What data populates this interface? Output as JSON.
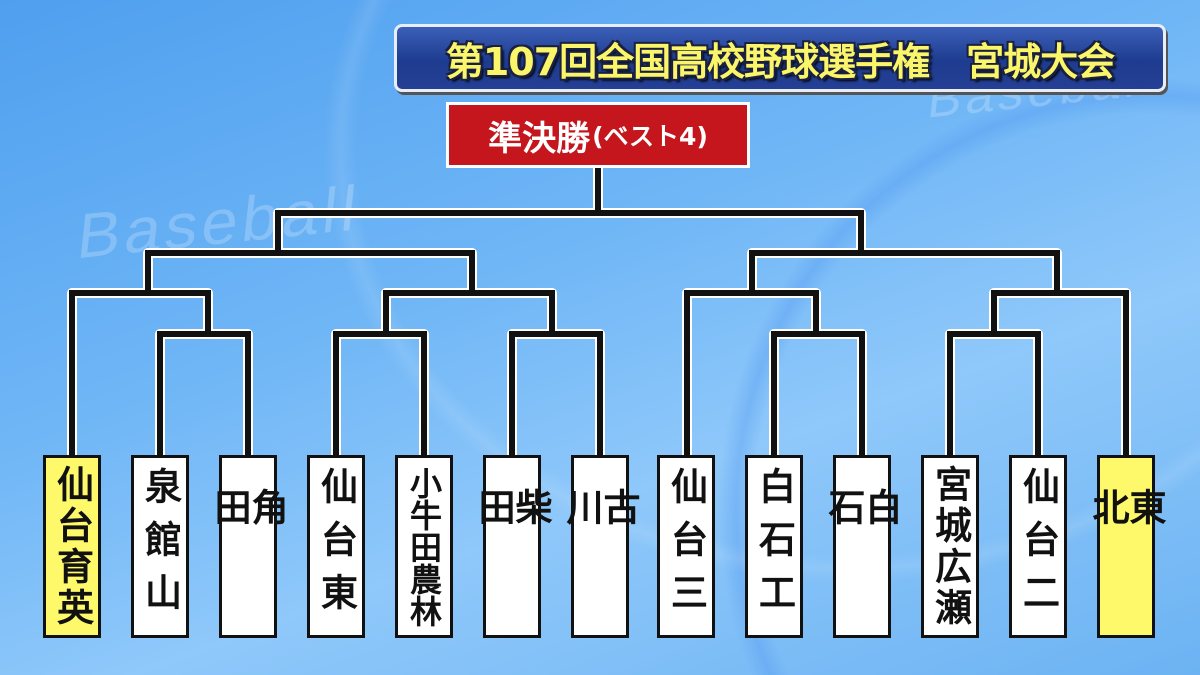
{
  "title": "第107回全国高校野球選手権　宮城大会",
  "round": {
    "main": "準決勝",
    "sub": "(ベスト4)"
  },
  "watermark": "Baseball",
  "colors": {
    "highlight": "#fdf96a",
    "round_bg": "#c4161c",
    "title_text": "#fbf56a"
  },
  "teams": [
    {
      "name": "仙台育英",
      "highlighted": true
    },
    {
      "name": "泉館山",
      "highlighted": false
    },
    {
      "name": "角田",
      "highlighted": false
    },
    {
      "name": "仙台東",
      "highlighted": false
    },
    {
      "name": "小牛田農林",
      "highlighted": false
    },
    {
      "name": "柴田",
      "highlighted": false
    },
    {
      "name": "古川",
      "highlighted": false
    },
    {
      "name": "仙台三",
      "highlighted": false
    },
    {
      "name": "白石工",
      "highlighted": false
    },
    {
      "name": "白石",
      "highlighted": false
    },
    {
      "name": "宮城広瀬",
      "highlighted": false
    },
    {
      "name": "仙台二",
      "highlighted": false
    },
    {
      "name": "東北",
      "highlighted": true
    }
  ]
}
